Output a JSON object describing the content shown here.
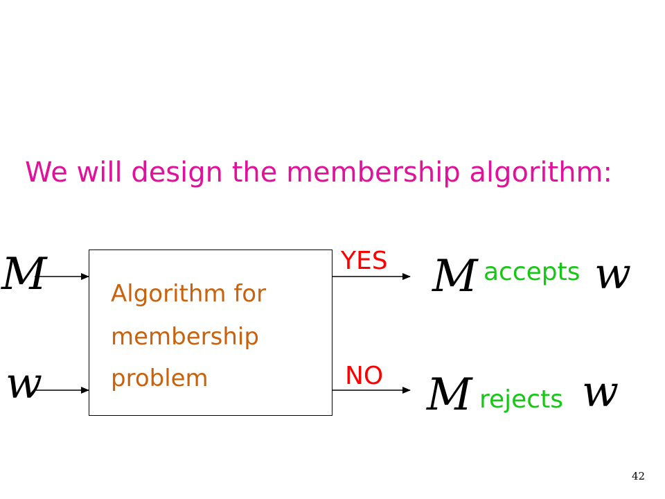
{
  "heading": "We will design the membership algorithm:",
  "inputs": {
    "machine_symbol": "M",
    "string_symbol": "w"
  },
  "box": {
    "line1": "Algorithm for",
    "line2": "membership",
    "line3": "problem"
  },
  "outputs": {
    "yes_label": "YES",
    "no_label": "NO",
    "accept": {
      "machine_symbol": "M",
      "text": "accepts",
      "string_symbol": "w"
    },
    "reject": {
      "machine_symbol": "M",
      "text": "rejects",
      "string_symbol": "w"
    }
  },
  "page_number": "42",
  "colors": {
    "heading": "#e0119a",
    "box_text": "#c8620e",
    "yes_no": "#ff0000",
    "result_text": "#16c716"
  }
}
